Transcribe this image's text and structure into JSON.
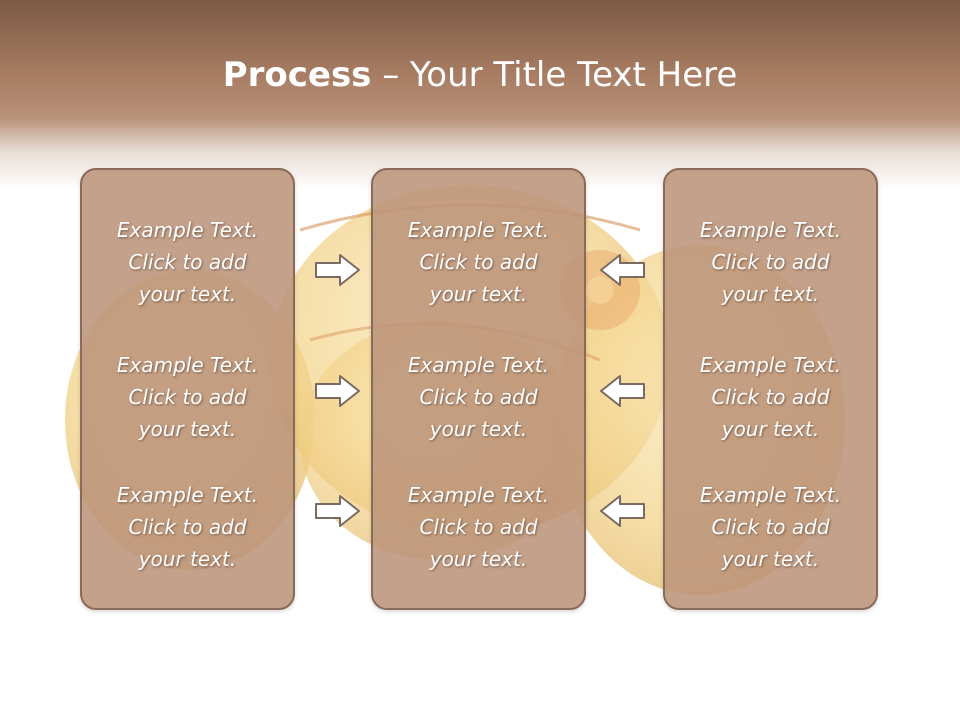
{
  "slide": {
    "title_bold": "Process",
    "title_rest": " – Your Title Text Here"
  },
  "columns": [
    {
      "items": [
        "Example Text.\nClick  to add\nyour text.",
        "Example Text.\nClick  to add\nyour text.",
        "Example Text.\nClick  to add\nyour text."
      ]
    },
    {
      "items": [
        "Example Text.\nClick  to add\nyour text.",
        "Example Text.\nClick  to add\nyour text.",
        "Example Text.\nClick  to add\nyour text."
      ]
    },
    {
      "items": [
        "Example Text.\nClick  to add\nyour text.",
        "Example Text.\nClick  to add\nyour text.",
        "Example Text.\nClick  to add\nyour text."
      ]
    }
  ],
  "arrows": {
    "left_group": [
      "arrow-right-icon",
      "arrow-right-icon",
      "arrow-right-icon"
    ],
    "right_group": [
      "arrow-left-icon",
      "arrow-left-icon",
      "arrow-left-icon"
    ]
  },
  "colors": {
    "header_dark": "#7b5a45",
    "box_fill": "#bc947a",
    "box_border": "#8a6a58",
    "egg": "#f4d78a"
  }
}
